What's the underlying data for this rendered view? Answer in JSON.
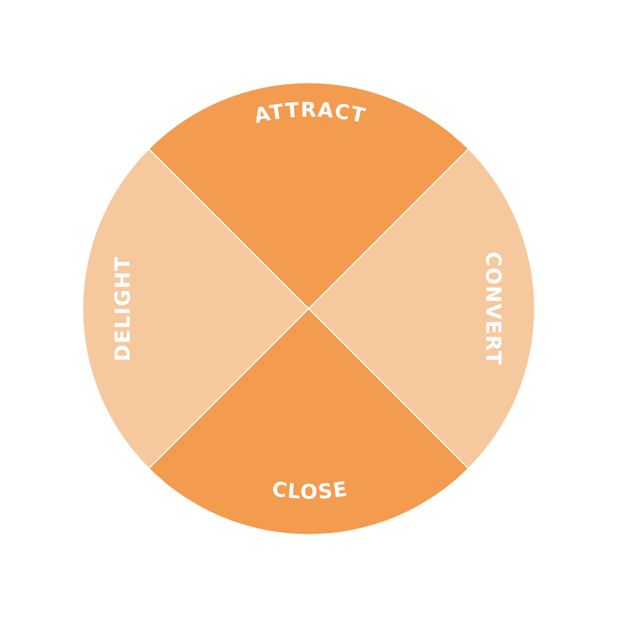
{
  "diagram": {
    "type": "quadrant-wheel",
    "segments": [
      {
        "id": "attract",
        "label": "ATTRACT",
        "position": "top",
        "color": "#F39B4F"
      },
      {
        "id": "convert",
        "label": "CONVERT",
        "position": "right",
        "color": "#F5C89E"
      },
      {
        "id": "close",
        "label": "CLOSE",
        "position": "bottom",
        "color": "#F39B4F"
      },
      {
        "id": "delight",
        "label": "DELIGHT",
        "position": "left",
        "color": "#F5C89E"
      }
    ],
    "divider_color": "#FFFFFF",
    "text_color": "#FFFFFF"
  }
}
